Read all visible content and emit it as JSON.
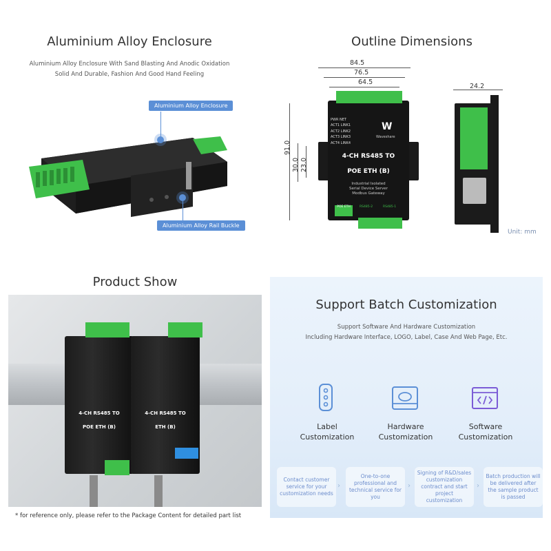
{
  "enclosure": {
    "title": "Aluminium Alloy Enclosure",
    "desc_line1": "Aluminium Alloy Enclosure With Sand Blasting And Anodic Oxidation",
    "desc_line2": "Solid And Durable, Fashion And Good Hand Feeling",
    "callout_enclosure": "Aluminium Alloy Enclosure",
    "callout_buckle": "Aluminium Alloy Rail Buckle"
  },
  "dimensions": {
    "title": "Outline Dimensions",
    "widths": [
      "84.5",
      "76.5",
      "64.5"
    ],
    "heights": [
      "91.0",
      "30.0",
      "23.0"
    ],
    "side_width": "24.2",
    "unit": "Unit: mm",
    "device": {
      "leds": [
        "PWR",
        "NET",
        "ACT1",
        "LINK1",
        "ACT2",
        "LINK2",
        "ACT3",
        "LINK3",
        "ACT4",
        "LINK4"
      ],
      "brand": "Waveshare",
      "name_line1": "4-CH RS485 TO",
      "name_line2": "POE ETH (B)",
      "desc1": "Industrial Isolated",
      "desc2": "Serial Device Server",
      "desc3": "Modbus Gateway",
      "port_label": "POE ETH",
      "rs485_a": "RS485-2",
      "rs485_b": "RS485-1"
    }
  },
  "product_show": {
    "title": "Product Show",
    "left_device_line1": "4-CH RS485 TO",
    "left_device_line2": "POE ETH (B)",
    "right_device_line1": "4-CH RS485 TO",
    "right_device_line2": "ETH (B)",
    "note": "* for reference only, please refer to the Package Content for detailed part list"
  },
  "batch": {
    "title": "Support Batch Customization",
    "sub1": "Support Software And Hardware Customization",
    "sub2": "Including Hardware Interface, LOGO, Label, Case And Web Page, Etc.",
    "options": [
      {
        "line1": "Label",
        "line2": "Customization",
        "icon": "remote-label-icon"
      },
      {
        "line1": "Hardware",
        "line2": "Customization",
        "icon": "hard-drive-icon"
      },
      {
        "line1": "Software",
        "line2": "Customization",
        "icon": "code-window-icon"
      }
    ],
    "steps": [
      "Contact customer service for your customization needs",
      "One-to-one professional and technical service for you",
      "Signing of R&D/sales customization contract and start project customization",
      "Batch production will be delivered after the sample product is passed"
    ],
    "accent": "#5b8fd6"
  }
}
